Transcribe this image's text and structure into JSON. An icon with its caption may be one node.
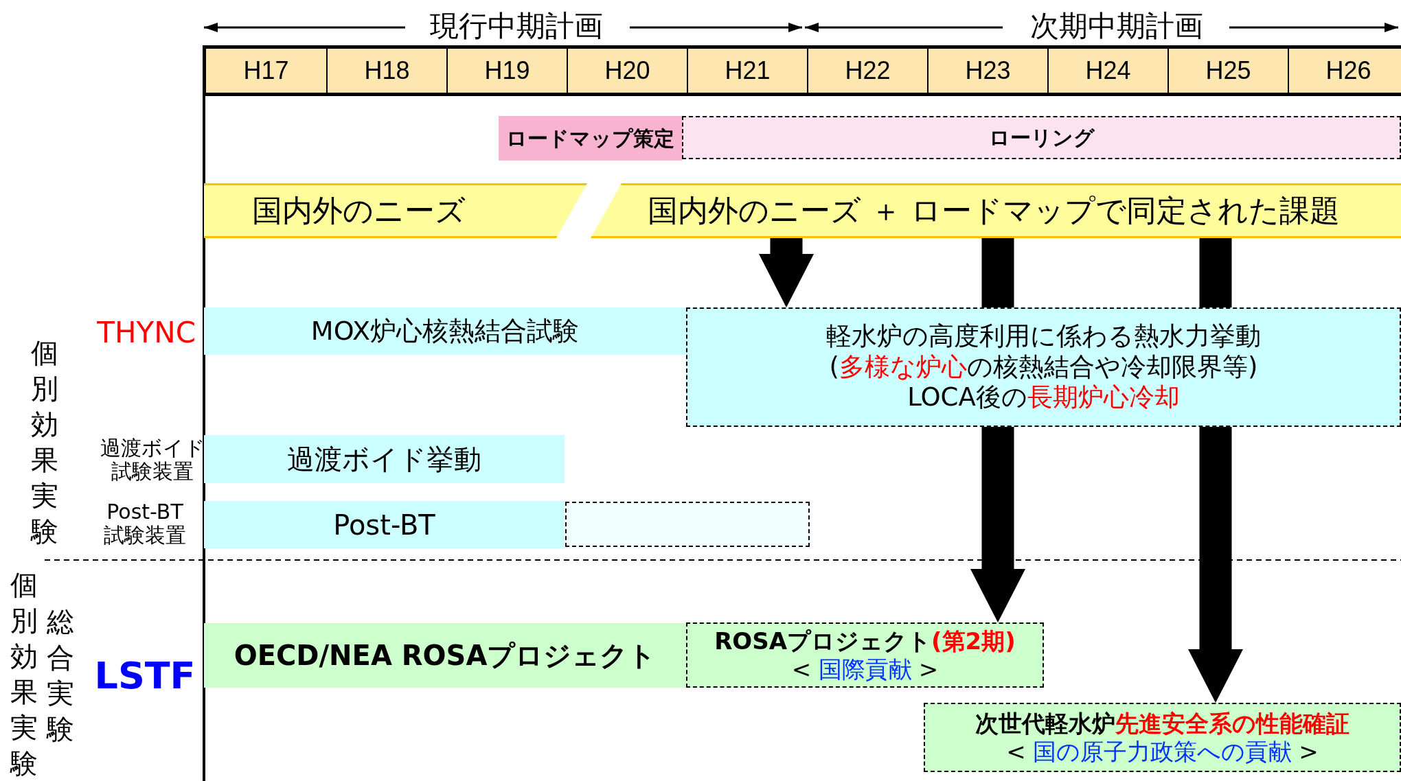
{
  "diagram": {
    "nodes": [
      {
        "text": [
          "ロードマップ策定"
        ]
      },
      {
        "text": [
          "ローリング"
        ]
      },
      {
        "text": [
          "国内外のニーズ"
        ]
      },
      {
        "text": [
          "国内外のニーズ ＋ ロードマップで同定された課題"
        ]
      },
      {
        "text": [
          "MOX炉心核熱結合試験"
        ]
      },
      {
        "text": [
          "軽水炉の高度利用に係わる熱水力挙動",
          "(",
          "多様な炉心",
          "の核熱結合や冷却限界等)",
          "LOCA後の",
          "長期炉心冷却"
        ]
      },
      {
        "text": [
          "過渡ボイド挙動"
        ]
      },
      {
        "text": [
          "Post-BT"
        ]
      },
      {
        "text": [],
        "shape": "box"
      },
      {
        "text": [
          "OECD/NEA ROSAプロジェクト"
        ]
      },
      {
        "text": [
          "ROSAプロジェクト",
          "(第2期)",
          "<",
          "国際貢献",
          ">"
        ]
      },
      {
        "text": [
          "次世代軽水炉",
          "先進安全系の性能確証",
          "<",
          "国の原子力政策への貢献",
          ">"
        ]
      }
    ],
    "edges": [
      {
        "from": 3,
        "to": 5,
        "arrow": "to"
      },
      {
        "from": 3,
        "to": 5,
        "arrow": "none"
      },
      {
        "from": 3,
        "to": 5,
        "arrow": "none"
      },
      {
        "from": 5,
        "to": 10,
        "arrow": "to"
      },
      {
        "from": 5,
        "to": 11,
        "arrow": "to"
      }
    ],
    "labels": [
      "現行中期計画",
      "次期中期計画",
      "H17",
      "H18",
      "H19",
      "H20",
      "H21",
      "H22",
      "H23",
      "H24",
      "H25",
      "H26",
      "個別効果実験",
      "THYNC",
      "過渡ボイド試験装置",
      "Post-BT試験装置",
      "個別効果実験",
      "総合実験",
      "LSTF"
    ]
  }
}
